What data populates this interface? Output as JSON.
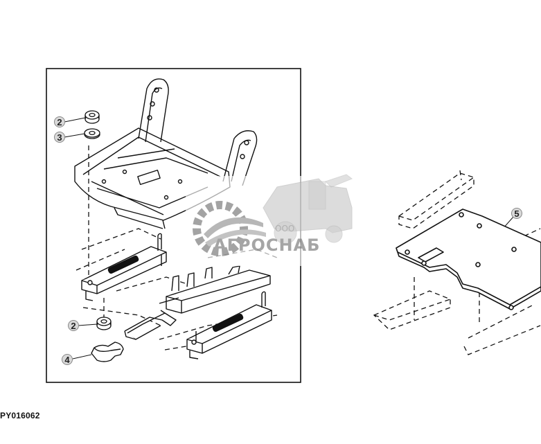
{
  "callouts": [
    {
      "id": "callout-2a",
      "label": "2"
    },
    {
      "id": "callout-3",
      "label": "3"
    },
    {
      "id": "callout-2b",
      "label": "2"
    },
    {
      "id": "callout-4",
      "label": "4"
    },
    {
      "id": "callout-5",
      "label": "5"
    }
  ],
  "figure_id": "PY016062",
  "watermark": {
    "prefix": "ООО",
    "company": "АГРОСНАБ"
  }
}
